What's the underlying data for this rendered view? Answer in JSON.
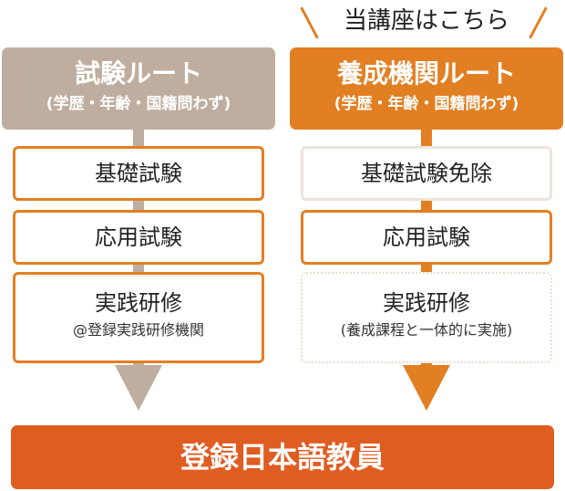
{
  "callout": {
    "label": "当講座はこちら"
  },
  "left_route": {
    "title": "試験ルート",
    "subtitle": "(学歴・年齢・国籍問わず)",
    "steps": [
      {
        "title": "基礎試験"
      },
      {
        "title": "応用試験"
      },
      {
        "title": "実践研修",
        "note": "@登録実践研修機関"
      }
    ]
  },
  "right_route": {
    "title": "養成機関ルート",
    "subtitle": "(学歴・年齢・国籍問わず)",
    "steps": [
      {
        "title": "基礎試験免除"
      },
      {
        "title": "応用試験"
      },
      {
        "title": "実践研修",
        "note": "(養成課程と一体的に実施)"
      }
    ]
  },
  "result": {
    "label": "登録日本語教員"
  },
  "colors": {
    "left": "#bfae9f",
    "right": "#e27f23",
    "result": "#e05d22"
  }
}
